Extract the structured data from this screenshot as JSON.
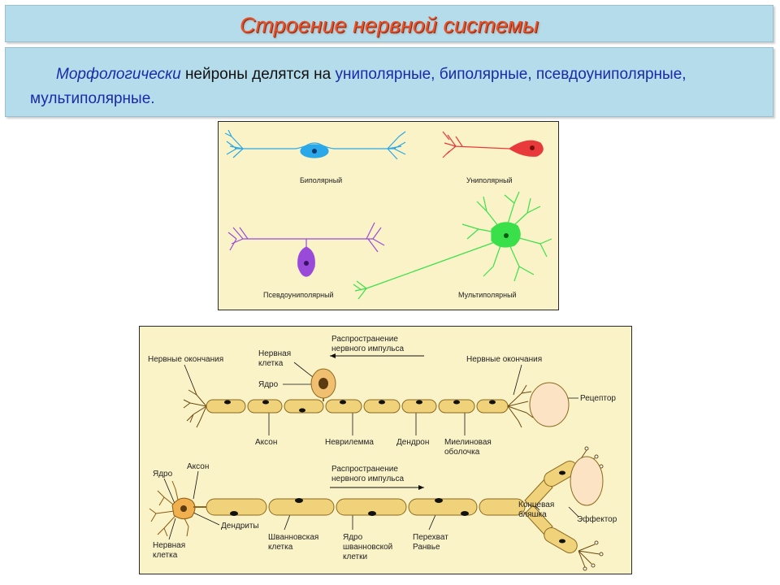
{
  "slide": {
    "title": "Строение нервной системы",
    "intro": {
      "lead": "Морфологически",
      "mid": "нейроны делятся на",
      "types": "униполярные, биполярные,",
      "line2": "псевдоуниполярные, мультиполярные."
    }
  },
  "neuron_types": {
    "bipolar": "Биполярный",
    "unipolar": "Униполярный",
    "pseudounipolar": "Псевдоуниполярный",
    "multipolar": "Мультиполярный"
  },
  "colors": {
    "bipolar": "#2aa8e8",
    "unipolar": "#e83a3a",
    "pseudounipolar": "#9a4ad8",
    "multipolar": "#3ae04a",
    "myelin": "#f0d27a",
    "title": "#e8512a"
  },
  "sensory": {
    "impulse_line1": "Распространение",
    "impulse_line2": "нервного импульса",
    "nerve_endings_left": "Нервные окончания",
    "nerve_cell_line1": "Нервная",
    "nerve_cell_line2": "клетка",
    "nucleus": "Ядро",
    "nerve_endings_right": "Нервные окончания",
    "receptor": "Рецептор",
    "axon": "Аксон",
    "neurilemma": "Неврилемма",
    "dendron": "Дендрон",
    "myelin_line1": "Миелиновая",
    "myelin_line2": "оболочка"
  },
  "motor": {
    "nucleus": "Ядро",
    "axon": "Аксон",
    "impulse_line1": "Распространение",
    "impulse_line2": "нервного импульса",
    "end_plate_line1": "Концевая",
    "end_plate_line2": "бляшка",
    "effector": "Эффектор",
    "dendrites": "Дендриты",
    "nerve_cell_line1": "Нервная",
    "nerve_cell_line2": "клетка",
    "schwann_line1": "Шванновская",
    "schwann_line2": "клетка",
    "schwann_nucleus_line1": "Ядро",
    "schwann_nucleus_line2": "шванновской",
    "schwann_nucleus_line3": "клетки",
    "ranvier_line1": "Перехват",
    "ranvier_line2": "Ранвье"
  }
}
